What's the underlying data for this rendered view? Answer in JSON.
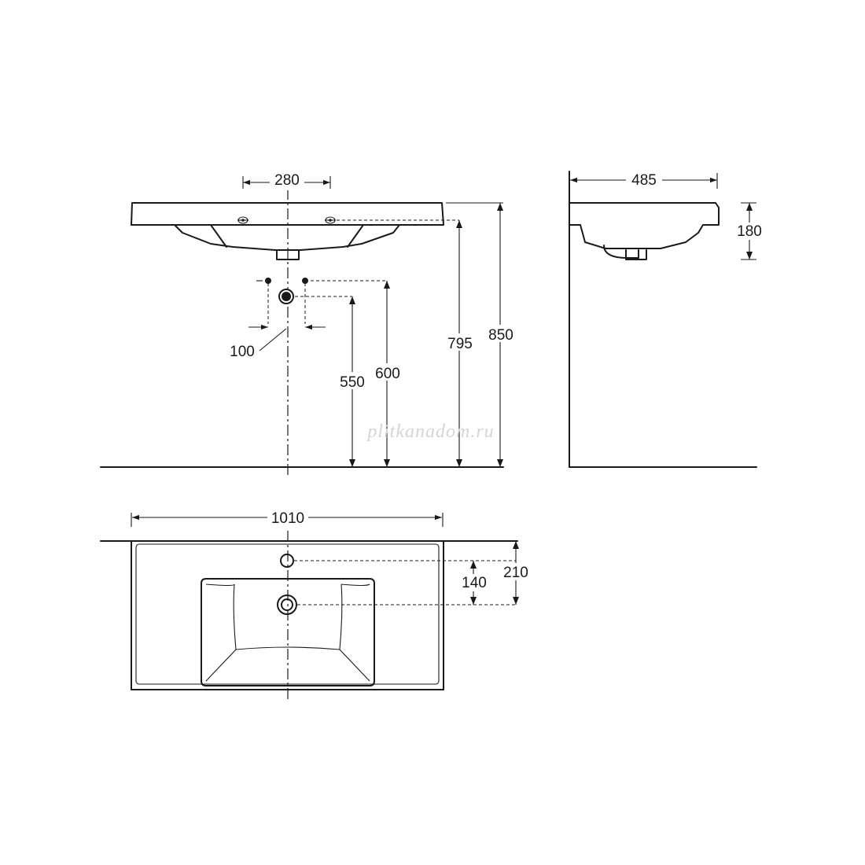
{
  "watermark": "plitkanadom.ru",
  "dimensions": {
    "front_tap_spacing": "280",
    "inlet_spacing": "100",
    "drain_height": "550",
    "inlet_height": "600",
    "rim_height": "795",
    "total_height": "850",
    "depth": "485",
    "bowl_height": "180",
    "width": "1010",
    "drain_offset": "140",
    "tap_offset": "210"
  }
}
